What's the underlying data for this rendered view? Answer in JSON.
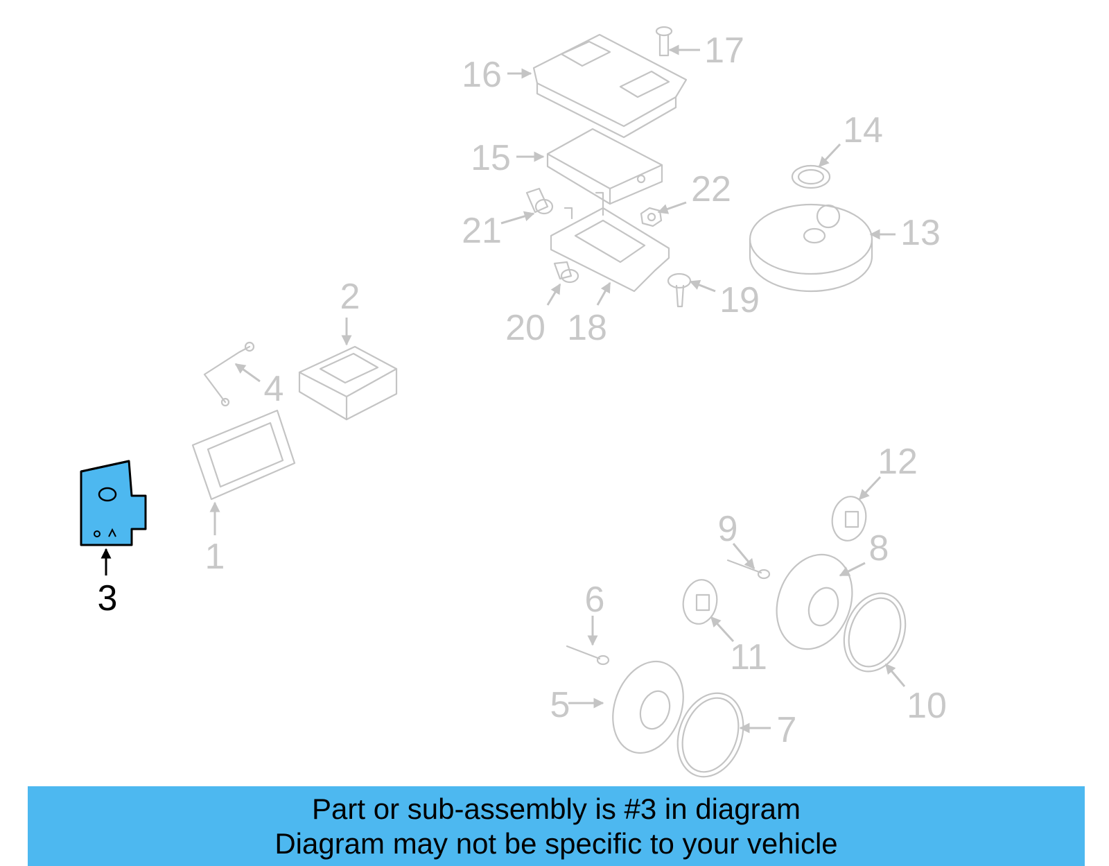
{
  "diagram": {
    "highlighted_part": "3",
    "highlight_color": "#4db8f0",
    "callouts": [
      "1",
      "2",
      "3",
      "4",
      "5",
      "6",
      "7",
      "8",
      "9",
      "10",
      "11",
      "12",
      "13",
      "14",
      "15",
      "16",
      "17",
      "18",
      "19",
      "20",
      "21",
      "22"
    ]
  },
  "banner": {
    "line1": "Part or sub-assembly is #3 in diagram",
    "line2": "Diagram may not be specific to your vehicle",
    "background": "#4db8f0"
  }
}
